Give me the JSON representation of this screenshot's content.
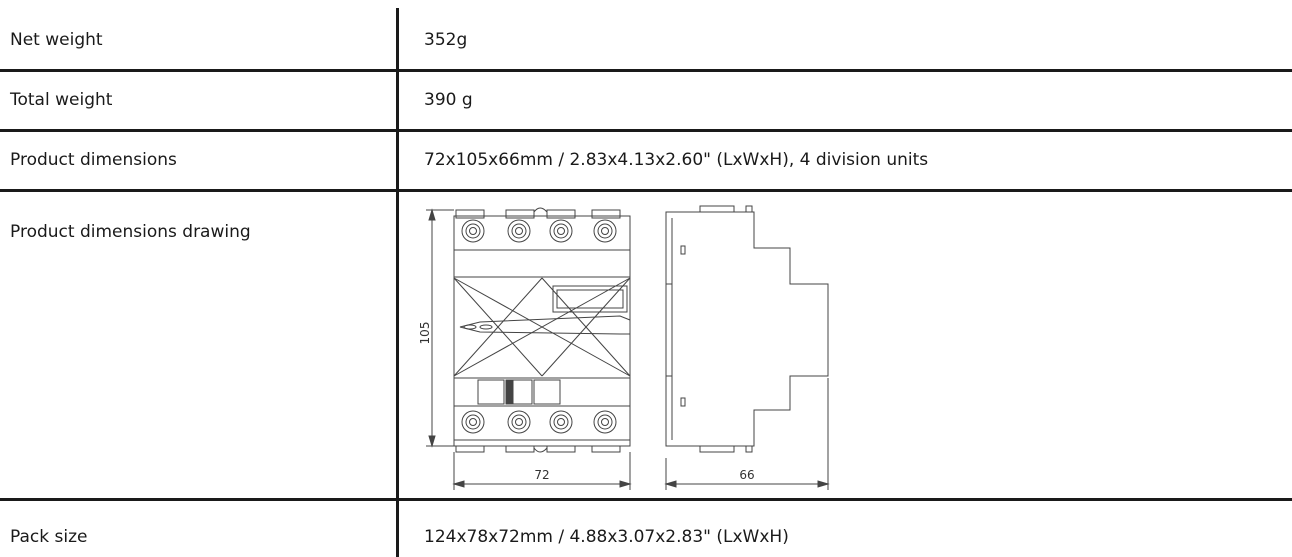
{
  "rows": [
    {
      "label": "Net weight",
      "value": "352g"
    },
    {
      "label": "Total weight",
      "value": "390 g"
    },
    {
      "label": "Product dimensions",
      "value": "72x105x66mm / 2.83x4.13x2.60\" (LxWxH), 4 division units"
    },
    {
      "label": "Product dimensions drawing",
      "value": ""
    },
    {
      "label": "Pack size",
      "value": "124x78x72mm / 4.88x3.07x2.83\" (LxWxH)"
    }
  ],
  "drawing": {
    "height_label": "105",
    "width_label": "72",
    "depth_label": "66"
  }
}
